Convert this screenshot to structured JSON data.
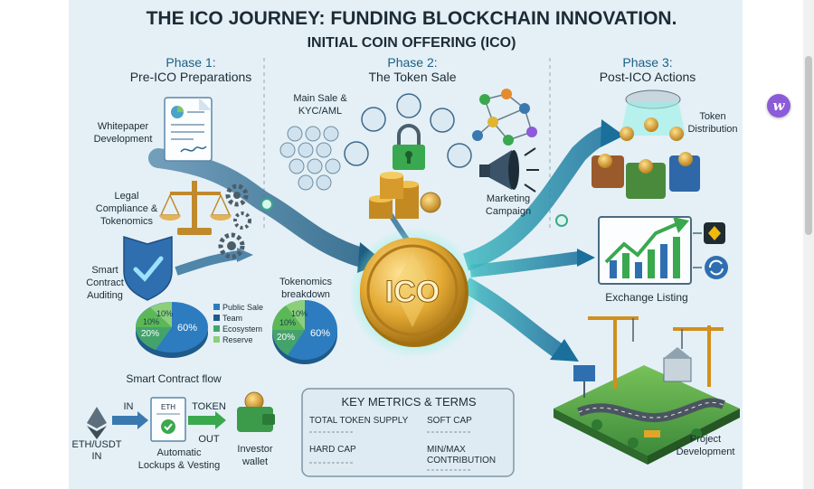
{
  "title": "THE ICO JOURNEY: FUNDING BLOCKCHAIN INNOVATION.",
  "subtitle": "INITIAL COIN OFFERING (ICO)",
  "phase1": {
    "title": "Phase 1:",
    "subtitle": "Pre-ICO Preparations",
    "whitepaper": [
      "Whitepaper",
      "Development"
    ],
    "legal": [
      "Legal",
      "Compliance &",
      "Tokenomics"
    ],
    "audit": [
      "Smart",
      "Contract",
      "Auditing"
    ],
    "pie": {
      "segments": [
        "10%",
        "10%",
        "20%",
        "60%"
      ],
      "legend": [
        "Public Sale",
        "Team",
        "Ecosystem",
        "Reserve"
      ]
    },
    "flow": {
      "title": "Smart Contract flow",
      "eth_label": [
        "ETH/USDT",
        "IN"
      ],
      "in_label": "IN",
      "doc_label": "ETH",
      "token_label": "TOKEN",
      "out_label": "OUT",
      "lockups": [
        "Automatic",
        "Lockups & Vesting"
      ],
      "wallet": [
        "Investor",
        "wallet"
      ]
    }
  },
  "phase2": {
    "title": "Phase 2:",
    "subtitle": "The Token Sale",
    "mainsale": [
      "Main Sale &",
      "KYC/AML"
    ],
    "marketing": [
      "Marketing",
      "Campaign"
    ],
    "tokenomics": [
      "Tokenomics",
      "breakdown"
    ],
    "pie": {
      "segments": [
        "10%",
        "10%",
        "20%",
        "60%"
      ]
    },
    "coin": "ICO"
  },
  "phase3": {
    "title": "Phase 3:",
    "subtitle": "Post-ICO Actions",
    "distribution": [
      "Token",
      "Distribution"
    ],
    "exchange": "Exchange Listing",
    "project": [
      "Project",
      "Development"
    ]
  },
  "metrics": {
    "title": "KEY METRICS & TERMS",
    "items": [
      "TOTAL TOKEN SUPPLY",
      "SOFT CAP",
      "HARD CAP",
      "MIN/MAX",
      "CONTRIBUTION"
    ]
  },
  "browser": {
    "extension_letter": "w"
  },
  "colors": {
    "background": "#e4f0f6",
    "arrow": "#2f6f8e",
    "coin_gold": "#e0a52a",
    "glow": "#4be0c8",
    "title": "#1d2b36",
    "phase": "#1d5f85"
  }
}
